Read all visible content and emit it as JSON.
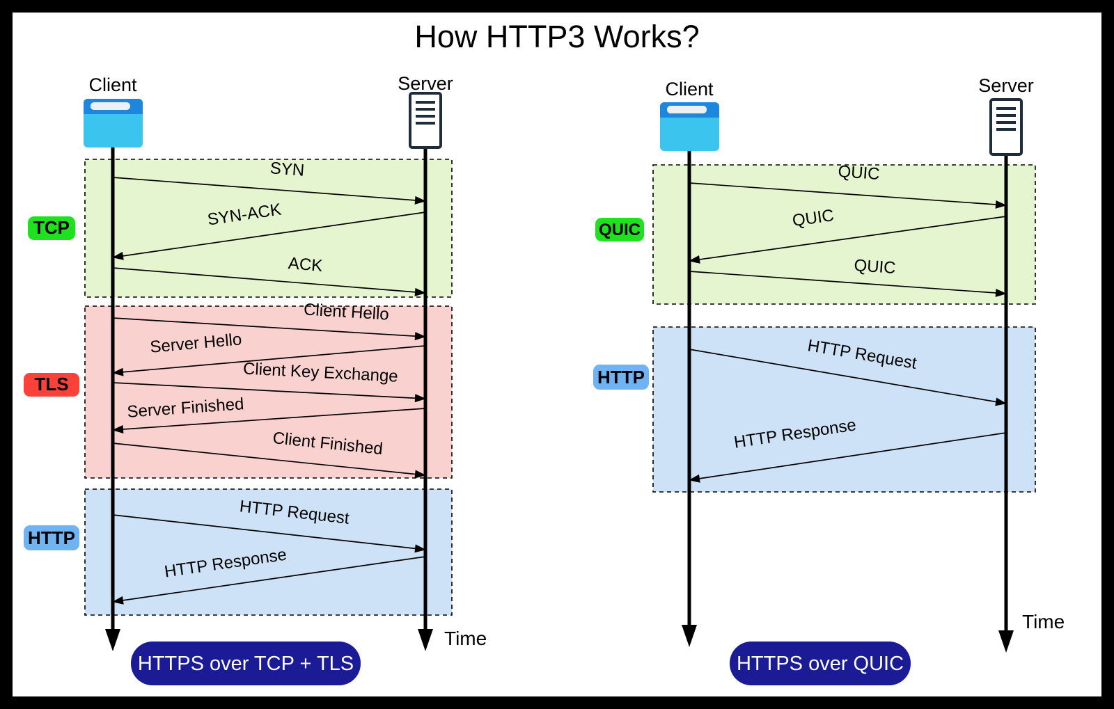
{
  "title": "How HTTP3 Works?",
  "colors": {
    "frame": "#000000",
    "tcp_quic_box": "#e4f5cf",
    "tls_box": "#f9d2cf",
    "http_box": "#cde2f7",
    "badge_green": "#1fe11f",
    "badge_red": "#fa423b",
    "badge_blue": "#6fb3f2",
    "pill_navy": "#1b1b96",
    "client_icon_header": "#1c87dd",
    "client_icon_body": "#3bc4ee",
    "server_icon_stroke": "#1e2c3c"
  },
  "icons": {
    "client": "browser-window-icon",
    "server": "server-tower-icon"
  },
  "left": {
    "client": "Client",
    "server": "Server",
    "badges": {
      "tcp": "TCP",
      "tls": "TLS",
      "http": "HTTP"
    },
    "tcp_messages": [
      "SYN",
      "SYN-ACK",
      "ACK"
    ],
    "tls_messages": [
      "Client Hello",
      "Server Hello",
      "Client Key Exchange",
      "Server Finished",
      "Client Finished"
    ],
    "http_messages": [
      "HTTP Request",
      "HTTP Response"
    ],
    "time": "Time",
    "caption": "HTTPS over TCP + TLS"
  },
  "right": {
    "client": "Client",
    "server": "Server",
    "badges": {
      "quic": "QUIC",
      "http": "HTTP"
    },
    "quic_messages": [
      "QUIC",
      "QUIC",
      "QUIC"
    ],
    "http_messages": [
      "HTTP Request",
      "HTTP Response"
    ],
    "time": "Time",
    "caption": "HTTPS over QUIC"
  }
}
